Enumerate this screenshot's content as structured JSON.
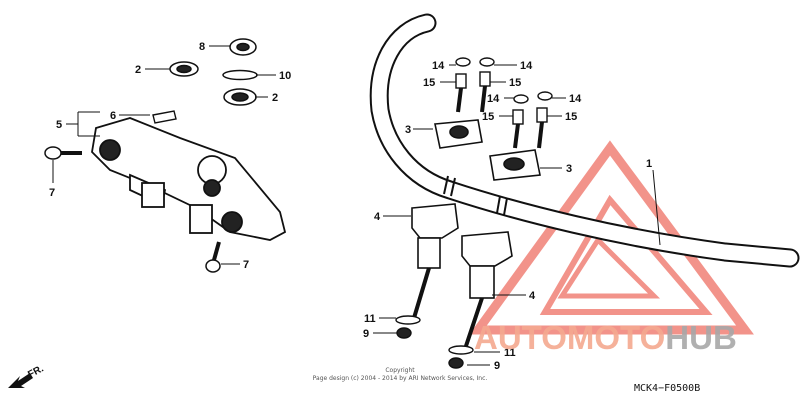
{
  "callouts": [
    {
      "id": "c1",
      "label": "1"
    },
    {
      "id": "c2a",
      "label": "2"
    },
    {
      "id": "c2b",
      "label": "2"
    },
    {
      "id": "c3a",
      "label": "3"
    },
    {
      "id": "c3b",
      "label": "3"
    },
    {
      "id": "c4a",
      "label": "4"
    },
    {
      "id": "c4b",
      "label": "4"
    },
    {
      "id": "c5",
      "label": "5"
    },
    {
      "id": "c6",
      "label": "6"
    },
    {
      "id": "c7a",
      "label": "7"
    },
    {
      "id": "c7b",
      "label": "7"
    },
    {
      "id": "c8",
      "label": "8"
    },
    {
      "id": "c9a",
      "label": "9"
    },
    {
      "id": "c9b",
      "label": "9"
    },
    {
      "id": "c10",
      "label": "10"
    },
    {
      "id": "c11a",
      "label": "11"
    },
    {
      "id": "c11b",
      "label": "11"
    },
    {
      "id": "c14a",
      "label": "14"
    },
    {
      "id": "c14b",
      "label": "14"
    },
    {
      "id": "c14c",
      "label": "14"
    },
    {
      "id": "c14d",
      "label": "14"
    },
    {
      "id": "c15a",
      "label": "15"
    },
    {
      "id": "c15b",
      "label": "15"
    },
    {
      "id": "c15c",
      "label": "15"
    },
    {
      "id": "c15d",
      "label": "15"
    }
  ],
  "copyright": {
    "line1": "Copyright",
    "line2": "Page design (c) 2004 - 2014 by ARI Network Services, Inc."
  },
  "diagram_code": "MCK4−F0500B",
  "direction_label": "FR.",
  "watermark": {
    "part1": "AUTOMOTO",
    "part2": "HUB",
    "color1": "#f4a98f",
    "color2": "#a7a7a7",
    "triangle_color": "#e83a2a"
  }
}
